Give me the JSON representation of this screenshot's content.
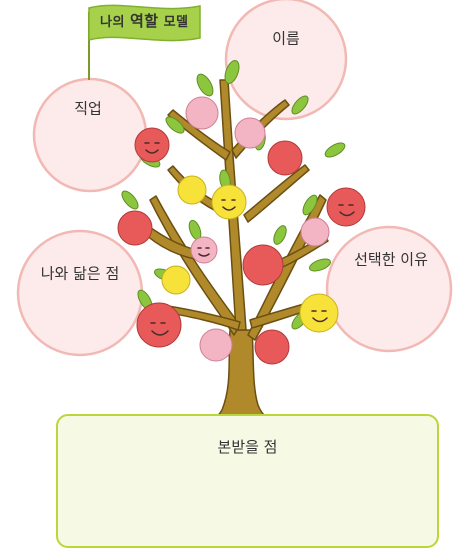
{
  "flag": {
    "text_part1": "나의",
    "text_part2": "역할",
    "text_part3": "모델"
  },
  "circles": {
    "job": "직업",
    "name": "이름",
    "similar": "나와 닮은 점",
    "reason": "선택한 이유"
  },
  "box": {
    "title": "본받을 점"
  },
  "colors": {
    "circle_fill": "#fdeaea",
    "circle_stroke": "#f2b9b4",
    "trunk": "#b08a2a",
    "leaf": "#8cc63f",
    "apple_red": "#e85a5a",
    "apple_pink": "#f3b5c4",
    "apple_yellow": "#f7e23a",
    "flag_green": "#a7d14b",
    "box_border": "#b9d63a"
  }
}
